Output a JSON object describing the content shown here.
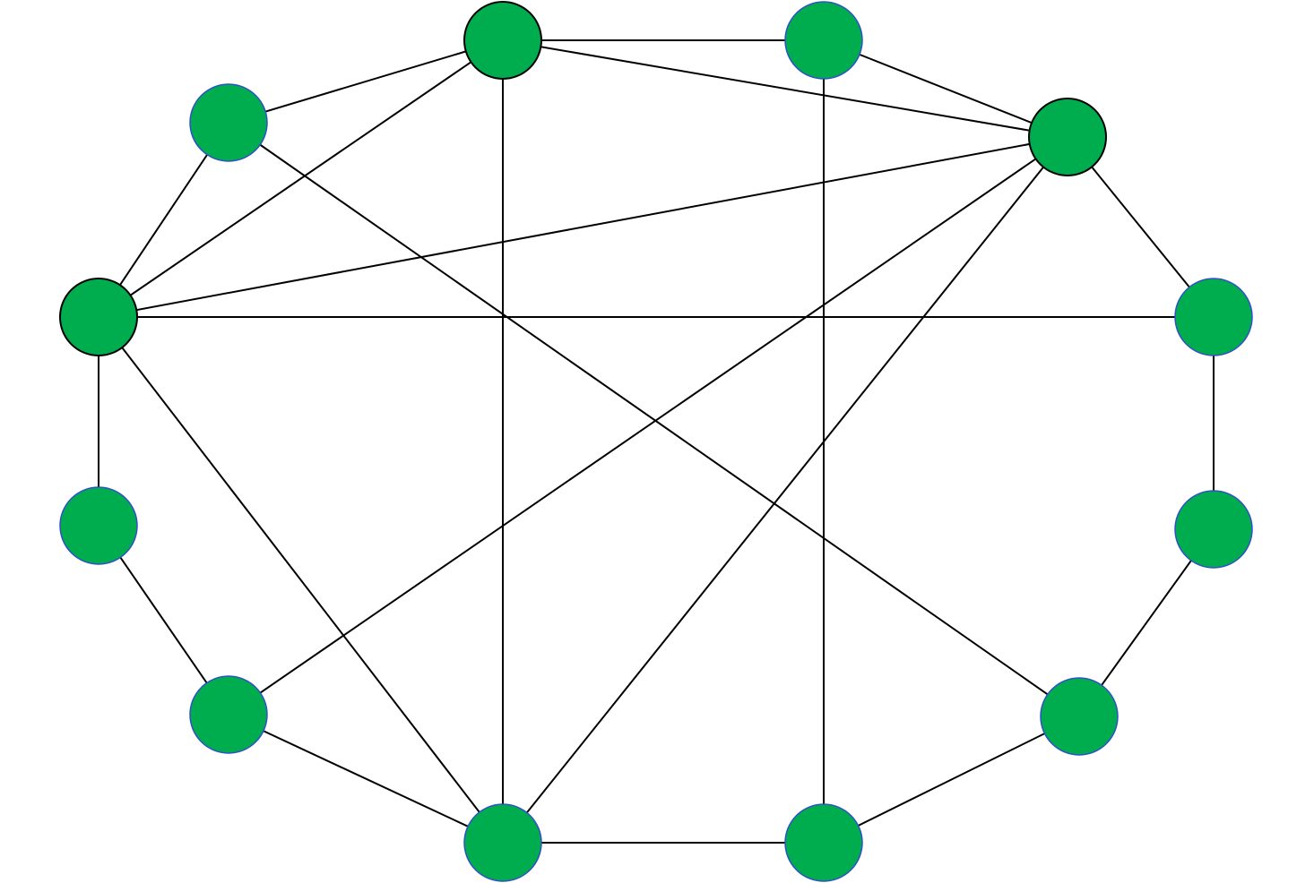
{
  "graph": {
    "node_fill": "#00AD4E",
    "edge_color": "#000000",
    "highlight_outline_color": "#000000",
    "default_outline_color": "#3050C8",
    "nodes": [
      {
        "id": "n-top-left",
        "highlighted": true
      },
      {
        "id": "n-top-right",
        "highlighted": false
      },
      {
        "id": "n-upper-left",
        "highlighted": false
      },
      {
        "id": "n-upper-right",
        "highlighted": true
      },
      {
        "id": "n-mid-left",
        "highlighted": true
      },
      {
        "id": "n-mid-right",
        "highlighted": false
      },
      {
        "id": "n-lower-left",
        "highlighted": false
      },
      {
        "id": "n-lower-right",
        "highlighted": false
      },
      {
        "id": "n-bottom-left",
        "highlighted": false
      },
      {
        "id": "n-bottom-right",
        "highlighted": false
      },
      {
        "id": "n-bottom-center-left",
        "highlighted": false
      },
      {
        "id": "n-bottom-center-right",
        "highlighted": false
      }
    ],
    "edges": [
      [
        "n-top-left",
        "n-top-right"
      ],
      [
        "n-top-left",
        "n-upper-left"
      ],
      [
        "n-top-left",
        "n-upper-right"
      ],
      [
        "n-top-left",
        "n-mid-left"
      ],
      [
        "n-top-left",
        "n-bottom-center-left"
      ],
      [
        "n-top-right",
        "n-upper-right"
      ],
      [
        "n-top-right",
        "n-bottom-center-right"
      ],
      [
        "n-upper-left",
        "n-mid-left"
      ],
      [
        "n-upper-left",
        "n-bottom-right"
      ],
      [
        "n-upper-right",
        "n-mid-left"
      ],
      [
        "n-upper-right",
        "n-mid-right"
      ],
      [
        "n-upper-right",
        "n-bottom-left"
      ],
      [
        "n-upper-right",
        "n-bottom-center-left"
      ],
      [
        "n-mid-left",
        "n-mid-right"
      ],
      [
        "n-mid-left",
        "n-lower-left"
      ],
      [
        "n-mid-left",
        "n-bottom-center-left"
      ],
      [
        "n-mid-right",
        "n-lower-right"
      ],
      [
        "n-lower-left",
        "n-bottom-left"
      ],
      [
        "n-lower-right",
        "n-bottom-right"
      ],
      [
        "n-bottom-left",
        "n-bottom-center-left"
      ],
      [
        "n-bottom-center-left",
        "n-bottom-center-right"
      ],
      [
        "n-bottom-center-right",
        "n-bottom-right"
      ]
    ]
  }
}
